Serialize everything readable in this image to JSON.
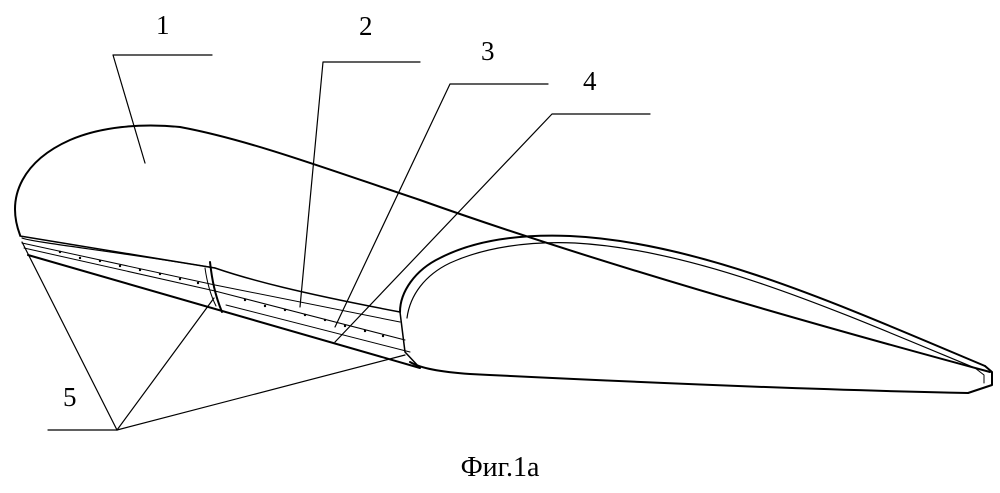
{
  "labels": {
    "l1": "1",
    "l2": "2",
    "l3": "3",
    "l4": "4",
    "l5": "5"
  },
  "caption": "Фиг.1а",
  "colors": {
    "ink": "#000000",
    "background": "#ffffff"
  }
}
